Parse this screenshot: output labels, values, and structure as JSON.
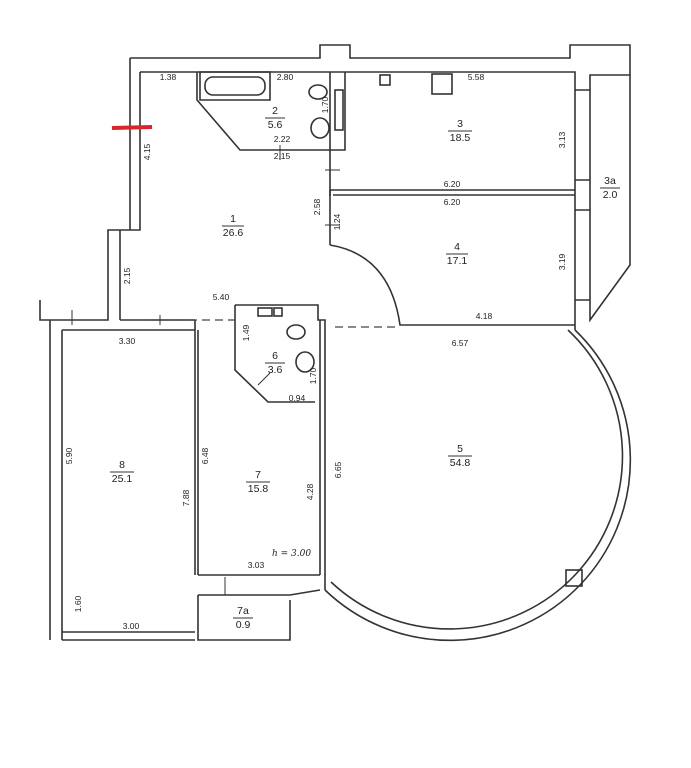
{
  "rooms": [
    {
      "num": "1",
      "area": "26.6"
    },
    {
      "num": "2",
      "area": "5.6"
    },
    {
      "num": "3",
      "area": "18.5"
    },
    {
      "num": "3a",
      "area": "2.0"
    },
    {
      "num": "4",
      "area": "17.1"
    },
    {
      "num": "5",
      "area": "54.8"
    },
    {
      "num": "6",
      "area": "3.6"
    },
    {
      "num": "7",
      "area": "15.8"
    },
    {
      "num": "7a",
      "area": "0.9"
    },
    {
      "num": "8",
      "area": "25.1"
    }
  ],
  "dimensions": {
    "d138": "1.38",
    "d280": "2.80",
    "d558": "5.58",
    "d170a": "1.70",
    "d222": "2.22",
    "d215a": "2.15",
    "d415": "4.15",
    "d313": "3.13",
    "d620a": "6.20",
    "d620b": "6.20",
    "d258": "2.58",
    "d124": "1.24",
    "d319": "3.19",
    "d215b": "2.15",
    "d540": "5.40",
    "d418": "4.18",
    "d657": "6.57",
    "d330": "3.30",
    "d149": "1.49",
    "d170b": "1.70",
    "d094": "0.94",
    "d590": "5.90",
    "d648": "6.48",
    "d788": "7.88",
    "d428": "4.28",
    "d665": "6.65",
    "d303": "3.03",
    "d160": "1.60",
    "d300": "3.00"
  },
  "ceiling_height": "h = 3.00",
  "colors": {
    "marker": "#d9262c",
    "wall": "#333333"
  }
}
